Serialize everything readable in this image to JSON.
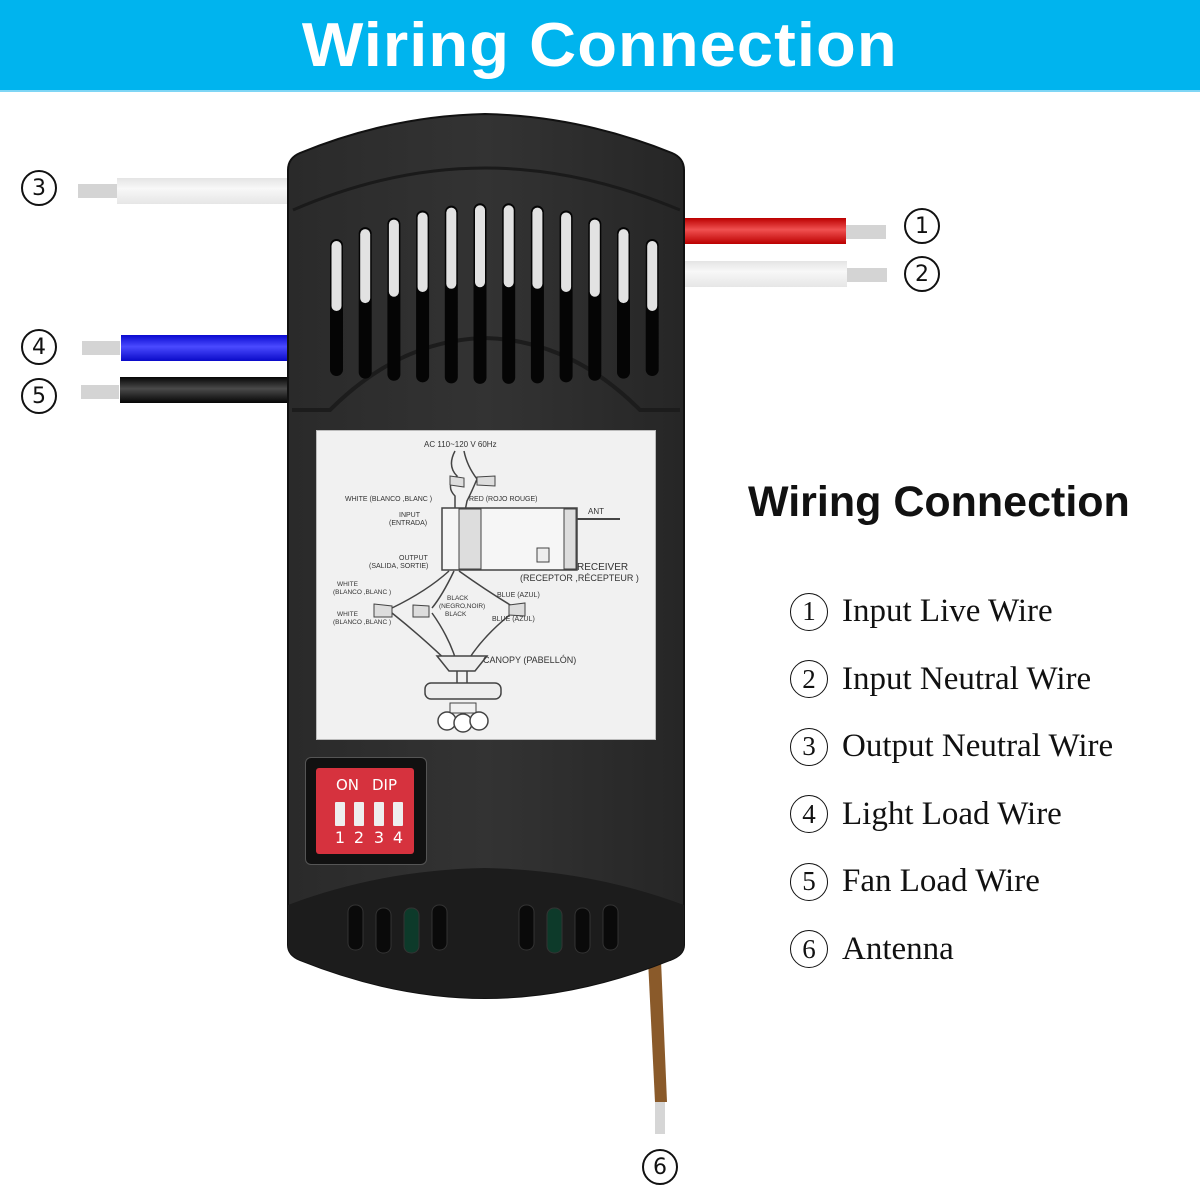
{
  "banner": {
    "title": "Wiring Connection",
    "color": "#00b4ee"
  },
  "wires": [
    {
      "number": "1",
      "name": "Input Live Wire",
      "color": "#d8141c",
      "side": "right"
    },
    {
      "number": "2",
      "name": "Input Neutral Wire",
      "color": "#f0f0f0",
      "side": "right"
    },
    {
      "number": "3",
      "name": "Output Neutral Wire",
      "color": "#f0f0f0",
      "side": "left"
    },
    {
      "number": "4",
      "name": "Light Load Wire",
      "color": "#1a1ae6",
      "side": "left"
    },
    {
      "number": "5",
      "name": "Fan Load Wire",
      "color": "#111111",
      "side": "left"
    },
    {
      "number": "6",
      "name": "Antenna",
      "color": "#8a5a2a",
      "side": "bottom"
    }
  ],
  "device_label": {
    "voltage": "AC 110~120 V 60Hz",
    "white_in": "WHITE (BLANCO ,BLANC )",
    "red_in": "RED (ROJO ROUGE)",
    "input": "INPUT",
    "input_es": "(ENTRADA)",
    "output": "OUTPUT",
    "output_es": "(SALIDA, SORTIE)",
    "ant": "ANT",
    "receiver": "RECEIVER",
    "receiver_es": "(RECEPTOR ,RÉCEPTEUR )",
    "white_out1": "WHITE",
    "white_out1b": "(BLANCO ,BLANC )",
    "white_out2": "WHITE",
    "white_out2b": "(BLANCO ,BLANC )",
    "black1": "BLACK",
    "black2": "(NEGRO,NOIR)",
    "black3": "BLACK",
    "blue1": "BLUE (AZUL)",
    "blue2": "BLUE (AZUL)",
    "canopy": "CANOPY (PABELLÓN)"
  },
  "dip_switch": {
    "on_label": "ON",
    "dip_label": "DIP",
    "switches": [
      "1",
      "2",
      "3",
      "4"
    ],
    "color": "#d6323e"
  },
  "legend": {
    "title": "Wiring Connection",
    "items": [
      {
        "number": "1",
        "text": "Input Live Wire"
      },
      {
        "number": "2",
        "text": "Input Neutral Wire"
      },
      {
        "number": "3",
        "text": "Output Neutral Wire"
      },
      {
        "number": "4",
        "text": "Light Load Wire"
      },
      {
        "number": "5",
        "text": "Fan Load Wire"
      },
      {
        "number": "6",
        "text": "Antenna"
      }
    ]
  }
}
